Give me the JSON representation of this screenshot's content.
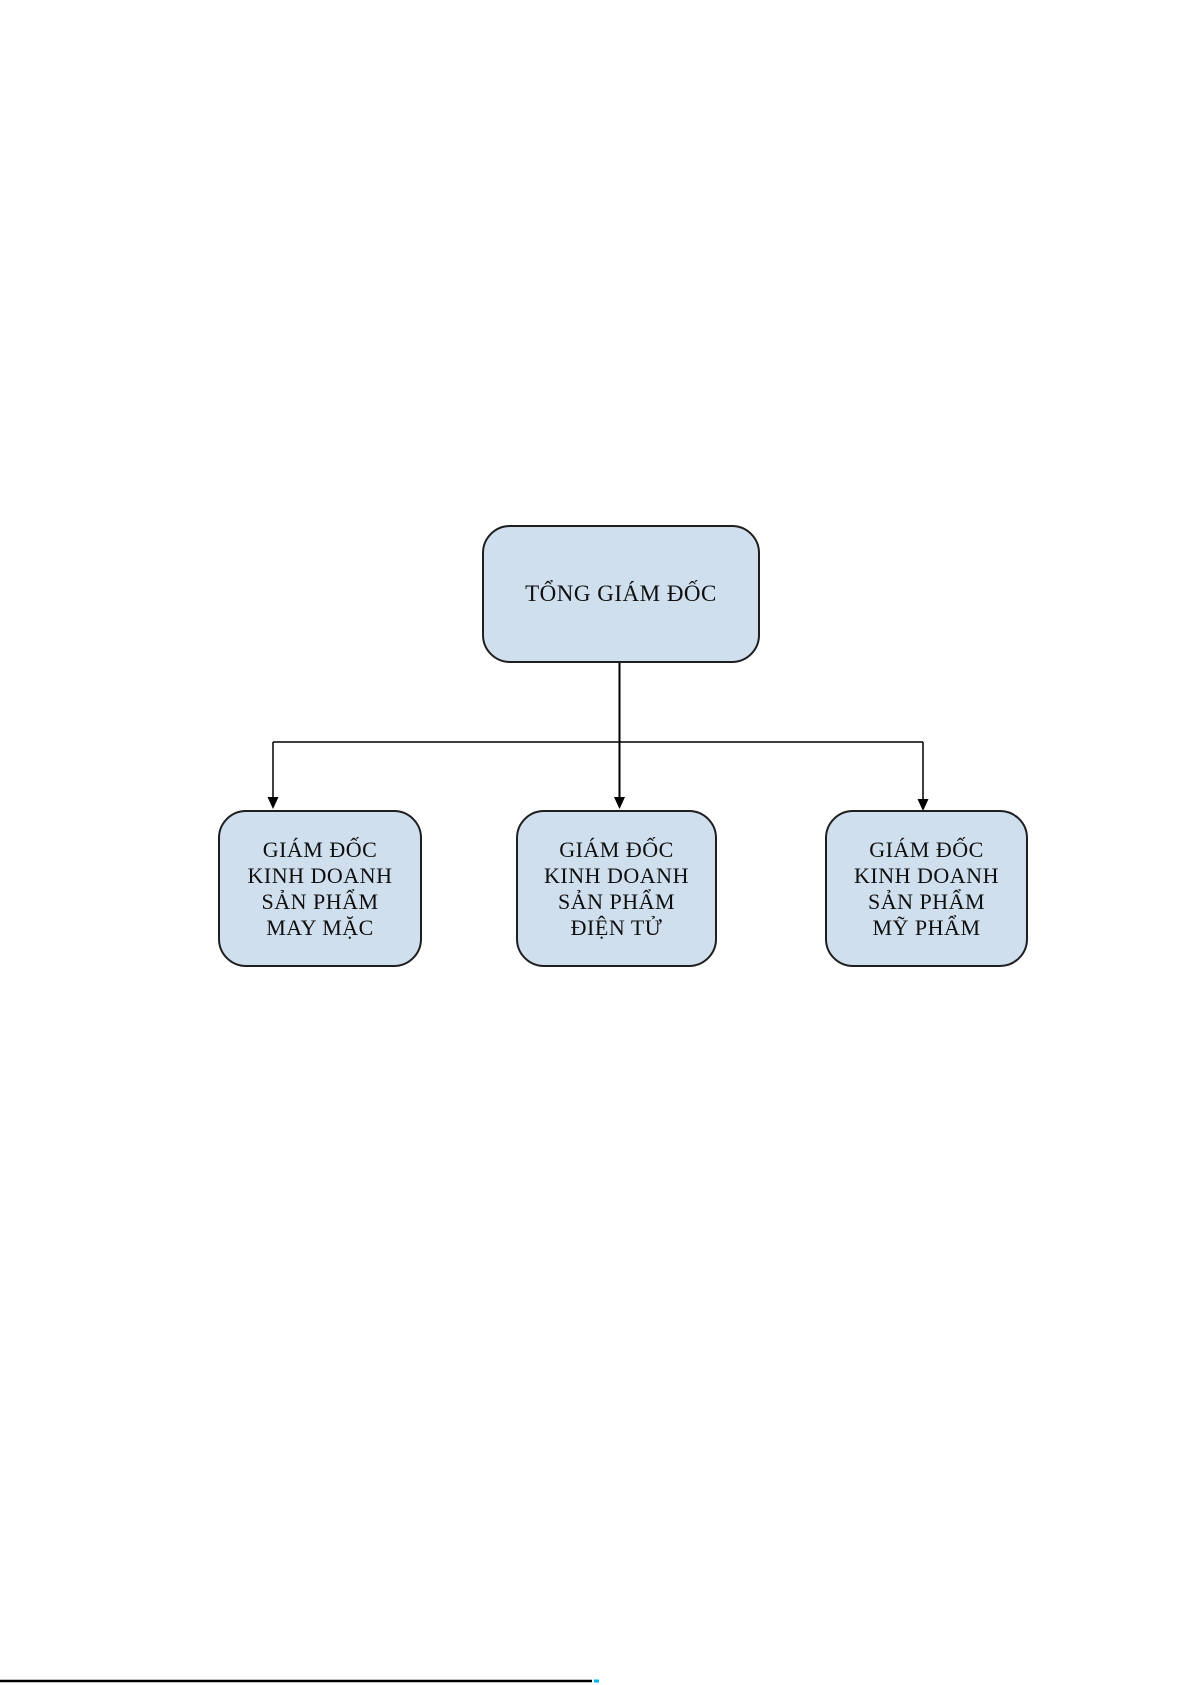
{
  "diagram": {
    "type": "org-chart",
    "root": {
      "label": "TỔNG GIÁM ĐỐC"
    },
    "children": [
      {
        "id": "may-mac",
        "lines": [
          "GIÁM ĐỐC",
          "KINH DOANH",
          "SẢN PHẨM",
          "MAY MẶC"
        ]
      },
      {
        "id": "dien-tu",
        "lines": [
          "GIÁM ĐỐC",
          "KINH DOANH",
          "SẢN PHẨM",
          "ĐIỆN TỬ"
        ]
      },
      {
        "id": "my-pham",
        "lines": [
          "GIÁM ĐỐC",
          "KINH DOANH",
          "SẢN PHẨM",
          "MỸ PHẨM"
        ]
      }
    ]
  },
  "colors": {
    "page_background": "#ffffff",
    "node_fill": "#cfdfee",
    "node_border": "#1f1f1f",
    "node_text": "#0f0f0f",
    "connector_line": "#000000",
    "footer_rule": "#000000",
    "footer_accent_mark": "#00b0f0"
  }
}
